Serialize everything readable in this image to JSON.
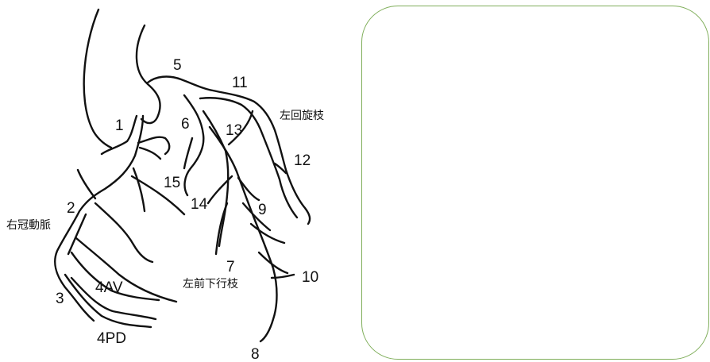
{
  "diagram": {
    "segments": {
      "s1": "1",
      "s2": "2",
      "s3": "3",
      "s4av": "4AV",
      "s4pd": "4PD",
      "s5": "5",
      "s6": "6",
      "s7": "7",
      "s8": "8",
      "s9": "9",
      "s10": "10",
      "s11": "11",
      "s12": "12",
      "s13": "13",
      "s14": "14",
      "s15": "15"
    },
    "labels": {
      "rca": "右冠動脈",
      "lcx": "左回旋枝",
      "lad": "左前下行枝"
    },
    "colors": {
      "stroke": "#111111",
      "box_border": "#7fae5a"
    }
  },
  "note_box": {}
}
